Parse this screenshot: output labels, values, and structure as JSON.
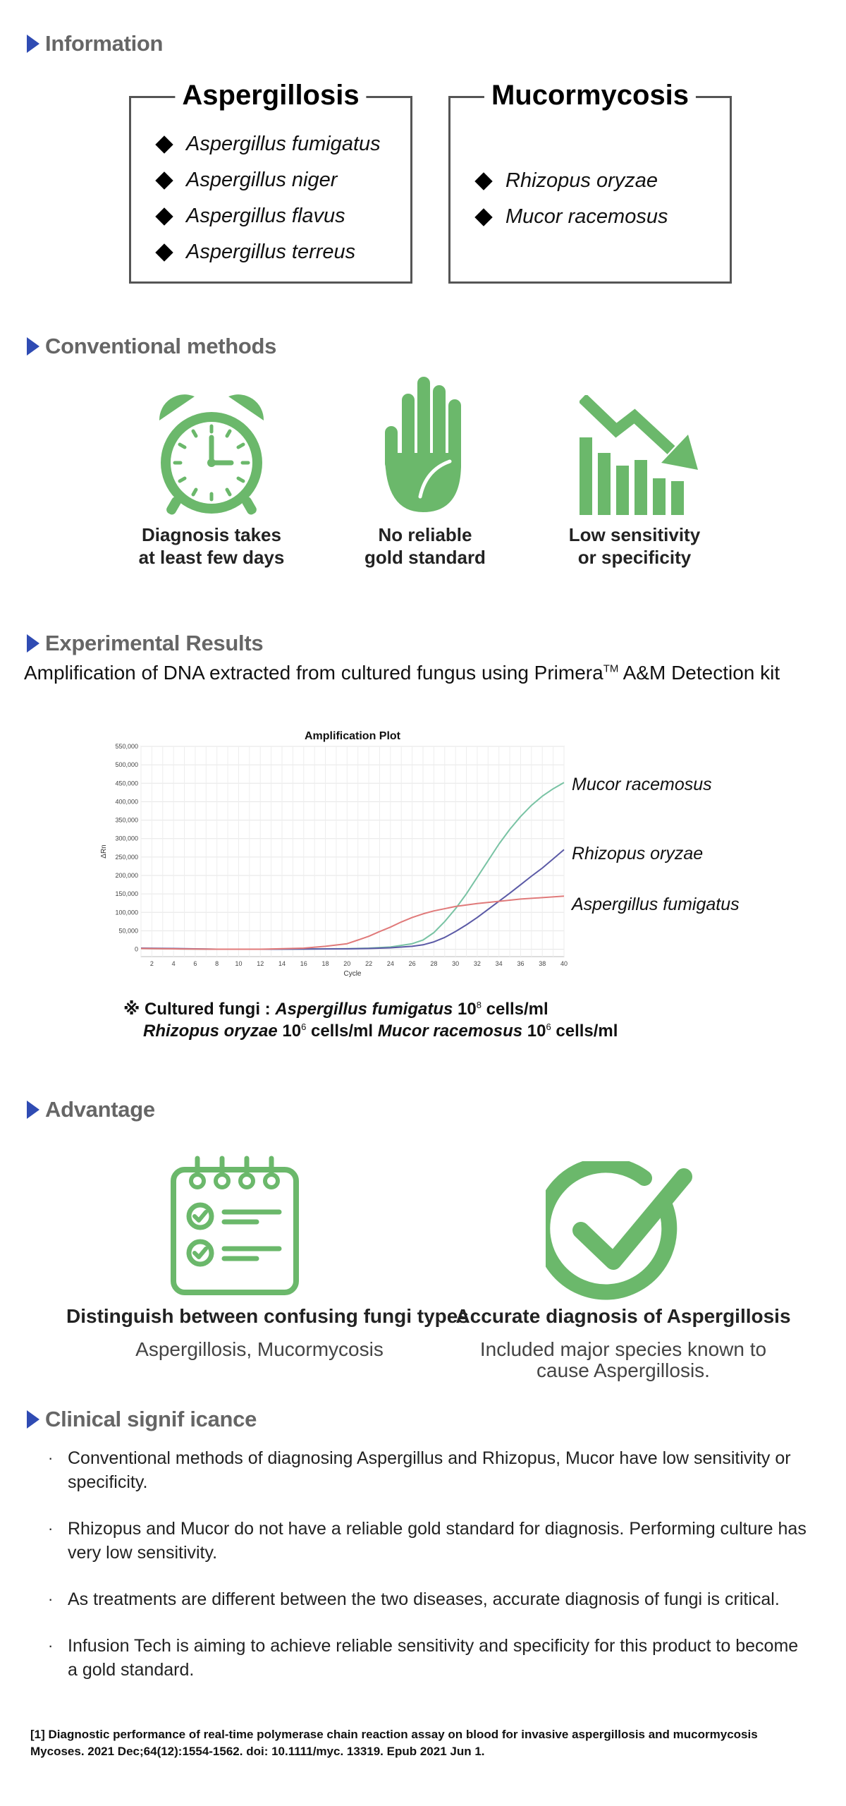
{
  "sections": {
    "information": "Information",
    "conventional": "Conventional methods",
    "experimental": "Experimental Results",
    "advantage": "Advantage",
    "clinical": "Clinical signif icance"
  },
  "info": {
    "aspergillosis": {
      "title": "Aspergillosis",
      "items": [
        "Aspergillus fumigatus",
        "Aspergillus niger",
        "Aspergillus flavus",
        "Aspergillus terreus"
      ]
    },
    "mucormycosis": {
      "title": "Mucormycosis",
      "items": [
        "Rhizopus oryzae",
        "Mucor racemosus"
      ]
    }
  },
  "conventional": {
    "clock": [
      "Diagnosis takes",
      "at least few days"
    ],
    "hand": [
      "No reliable",
      "gold standard"
    ],
    "chart": [
      "Low sensitivity",
      "or specificity"
    ]
  },
  "experimental": {
    "subtitle_main": "Amplification of DNA extracted from cultured fungus using Primera",
    "subtitle_tm": "TM",
    "subtitle_end": " A&M Detection kit",
    "note": {
      "symbol": "※",
      "label": "Cultured fungi : ",
      "sp1": "Aspergillus fumigatus",
      "sp1_conc": " 10",
      "sp1_exp": "8",
      "sp1_unit": " cells/ml",
      "sp2": "Rhizopus oryzae",
      "sp2_conc": " 10",
      "sp2_exp": "6",
      "sp2_unit": " cells/ml ",
      "sp3": "Mucor racemosus",
      "sp3_conc": "  10",
      "sp3_exp": "6",
      "sp3_unit": " cells/ml"
    }
  },
  "chart_data": {
    "type": "line",
    "title": "Amplification Plot",
    "xlabel": "Cycle",
    "ylabel": "ΔRn",
    "xlim": [
      1,
      40
    ],
    "ylim": [
      -20000,
      550000
    ],
    "x_ticks": [
      2,
      4,
      6,
      8,
      10,
      12,
      14,
      16,
      18,
      20,
      22,
      24,
      26,
      28,
      30,
      32,
      34,
      36,
      38,
      40
    ],
    "y_ticks": [
      0,
      50000,
      100000,
      150000,
      200000,
      250000,
      300000,
      350000,
      400000,
      450000,
      500000,
      550000
    ],
    "y_tick_labels": [
      "0",
      "50,000",
      "100,000",
      "150,000",
      "200,000",
      "250,000",
      "300,000",
      "350,000",
      "400,000",
      "450,000",
      "500,000",
      "550,000"
    ],
    "grid": true,
    "series": [
      {
        "name": "Mucor racemosus",
        "color": "#79c3a4",
        "x": [
          1,
          4,
          8,
          12,
          16,
          20,
          22,
          24,
          26,
          27,
          28,
          29,
          30,
          31,
          32,
          33,
          34,
          35,
          36,
          37,
          38,
          39,
          40
        ],
        "y": [
          2000,
          1000,
          0,
          0,
          500,
          1500,
          3000,
          6000,
          15000,
          25000,
          45000,
          75000,
          110000,
          150000,
          195000,
          240000,
          285000,
          325000,
          360000,
          390000,
          415000,
          435000,
          452000
        ]
      },
      {
        "name": "Rhizopus oryzae",
        "color": "#5b5aa6",
        "x": [
          1,
          4,
          8,
          12,
          16,
          20,
          22,
          24,
          26,
          27,
          28,
          29,
          30,
          31,
          32,
          33,
          34,
          35,
          36,
          37,
          38,
          39,
          40
        ],
        "y": [
          3000,
          2000,
          0,
          0,
          500,
          1000,
          2000,
          4000,
          8000,
          12000,
          20000,
          32000,
          48000,
          66000,
          86000,
          108000,
          130000,
          152000,
          175000,
          198000,
          220000,
          245000,
          270000
        ]
      },
      {
        "name": "Aspergillus fumigatus",
        "color": "#e07a7a",
        "x": [
          1,
          4,
          8,
          12,
          16,
          18,
          20,
          21,
          22,
          23,
          24,
          25,
          26,
          27,
          28,
          30,
          32,
          34,
          36,
          38,
          40
        ],
        "y": [
          2000,
          1000,
          0,
          0,
          3000,
          8000,
          15000,
          25000,
          35000,
          48000,
          60000,
          74000,
          86000,
          96000,
          104000,
          116000,
          124000,
          130000,
          136000,
          140000,
          144000
        ]
      }
    ]
  },
  "advantage": {
    "left_title": "Distinguish between confusing fungi types",
    "left_desc": "Aspergillosis, Mucormycosis",
    "right_title": "Accurate diagnosis of Aspergillosis",
    "right_desc_1": "Included major species known to",
    "right_desc_2": "cause Aspergillosis."
  },
  "clinical": {
    "bullet": "·",
    "items": [
      "Conventional methods of diagnosing Aspergillus and Rhizopus, Mucor have low sensitivity or specificity.",
      "Rhizopus and Mucor do not have a reliable gold standard for diagnosis. Performing culture has very low sensitivity.",
      "As treatments are different between the two diseases, accurate diagnosis of fungi is critical.",
      "Infusion Tech is aiming to achieve reliable sensitivity and specificity for this product to become a gold standard."
    ]
  },
  "reference": {
    "line1": "[1] Diagnostic performance of real-time polymerase chain reaction assay on blood for invasive aspergillosis and mucormycosis",
    "line2": "Mycoses. 2021 Dec;64(12):1554-1562. doi: 10.1111/myc. 13319. Epub 2021 Jun 1."
  },
  "colors": {
    "accent_blue": "#2f4bb3",
    "icon_green": "#6bb86b",
    "heading_gray": "#666666"
  }
}
